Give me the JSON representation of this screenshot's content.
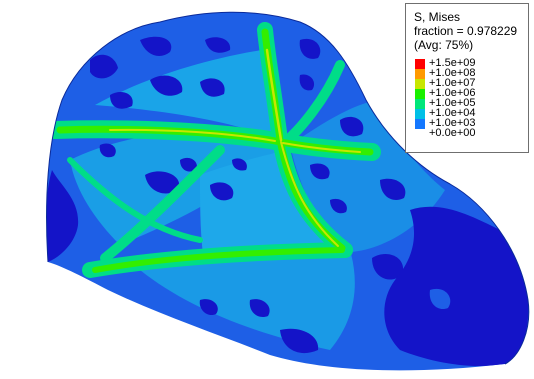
{
  "legend": {
    "title_line1": "S, Mises",
    "title_line2": "fraction = 0.978229",
    "title_line3": "(Avg: 75%)",
    "levels": [
      {
        "label": "+1.5e+09",
        "color": "#ff0000"
      },
      {
        "label": "+1.0e+08",
        "color": "#ff9a00"
      },
      {
        "label": "+1.0e+07",
        "color": "#c8e600"
      },
      {
        "label": "+1.0e+06",
        "color": "#19f000"
      },
      {
        "label": "+1.0e+05",
        "color": "#00e67a"
      },
      {
        "label": "+1.0e+04",
        "color": "#00c0e6"
      },
      {
        "label": "+1.0e+03",
        "color": "#1478ff"
      },
      {
        "label": "+0.0e+00",
        "color": "#0a14c8"
      }
    ]
  },
  "colors": {
    "shell_base": "#1e5fe6",
    "shell_light": "#1fa0e6",
    "low_stress": "#1414c8",
    "band_mid": "#00dd88",
    "band_high": "#33ee00",
    "band_peak": "#c8e600"
  }
}
